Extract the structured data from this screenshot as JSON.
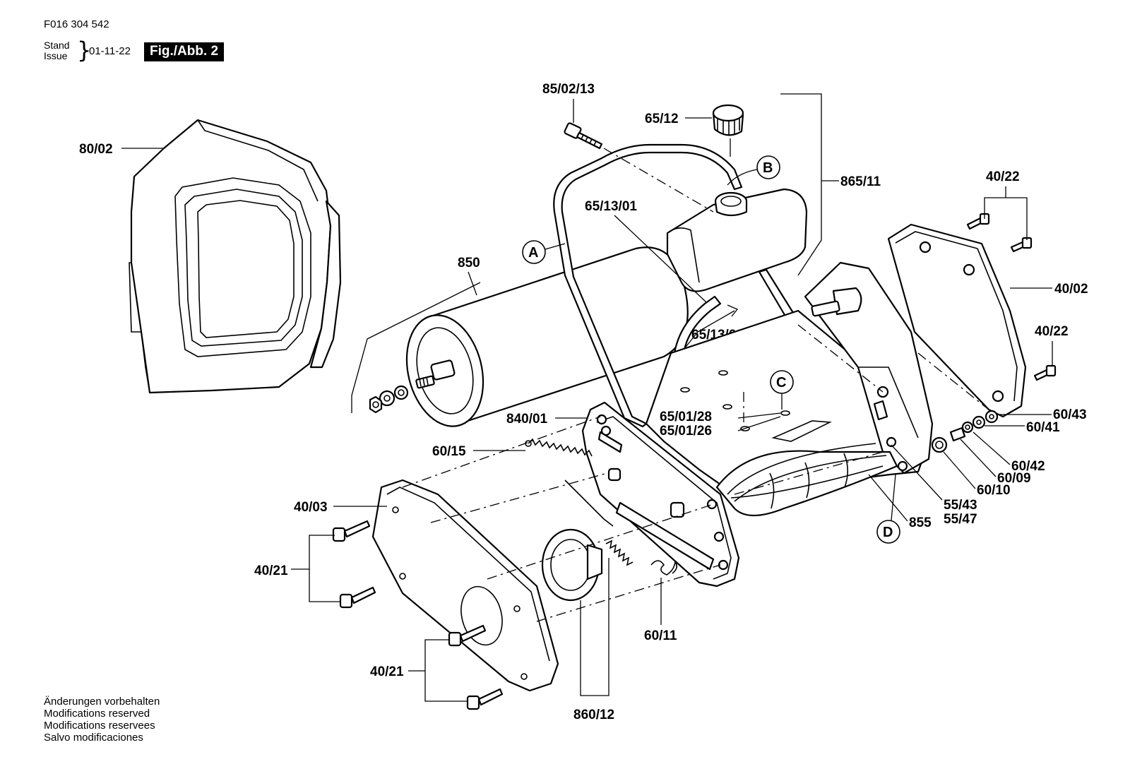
{
  "header": {
    "doc_number": "F016 304 542",
    "stand": "Stand",
    "issue": "Issue",
    "date": "01-11-22",
    "figure_badge": "Fig./Abb. 2"
  },
  "footer": {
    "lines": [
      "Änderungen vorbehalten",
      "Modifications reserved",
      "Modifications reservees",
      "Salvo modificaciones"
    ]
  },
  "parts": {
    "p80_02": "80/02",
    "p85_02_13": "85/02/13",
    "p65_12": "65/12",
    "p865_11": "865/11",
    "p40_22_top": "40/22",
    "p65_13_01": "65/13/01",
    "p850": "850",
    "p40_02": "40/02",
    "p40_22_right": "40/22",
    "p65_13_03": "65/13/03",
    "p840_01": "840/01",
    "p65_01_28": "65/01/28",
    "p65_01_26": "65/01/26",
    "p60_43": "60/43",
    "p60_41": "60/41",
    "p60_15": "60/15",
    "p60_42": "60/42",
    "p60_09": "60/09",
    "p60_10": "60/10",
    "p40_03": "40/03",
    "p55_43": "55/43",
    "p55_47": "55/47",
    "p855": "855",
    "p40_21_upper": "40/21",
    "p60_11": "60/11",
    "p40_21_lower": "40/21",
    "p860_12": "860/12"
  },
  "callouts": {
    "a": "A",
    "b": "B",
    "c": "C",
    "d": "D"
  }
}
